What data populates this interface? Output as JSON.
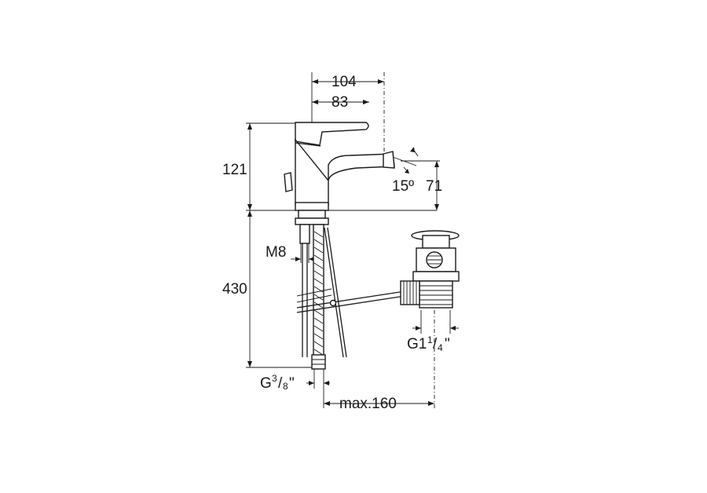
{
  "dimensions": {
    "width_total": "104",
    "width_spout": "83",
    "height_body": "121",
    "spout_angle": "15º",
    "spout_height": "71",
    "thread_stud": "M8",
    "flexible_length": "430",
    "inlet_thread_prefix": "G",
    "inlet_thread_num": "3",
    "inlet_thread_den": "8",
    "inlet_thread_suffix": "\"",
    "waste_thread_prefix": "G1",
    "waste_thread_num": "1",
    "waste_thread_den": "4",
    "waste_thread_suffix": "\"",
    "max_distance": "max.160"
  }
}
